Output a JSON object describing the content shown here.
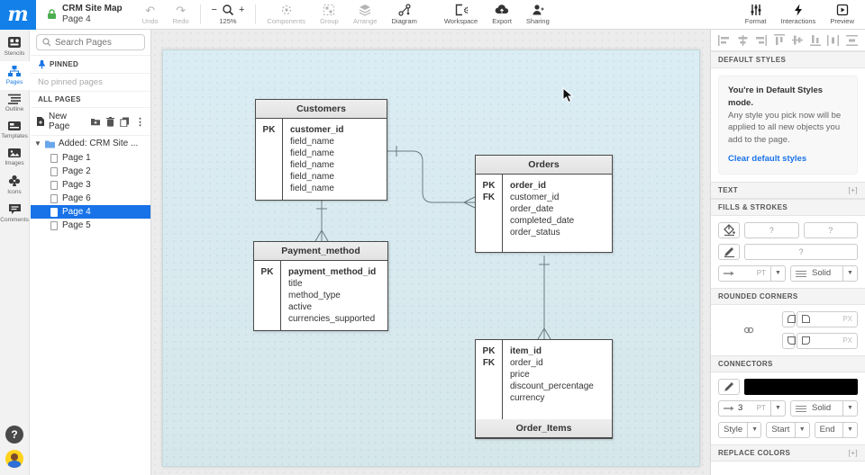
{
  "topbar": {
    "logo_text": "m",
    "doc_title": "CRM Site Map",
    "doc_subtitle": "Page 4",
    "undo_label": "Undo",
    "redo_label": "Redo",
    "zoom_minus": "−",
    "zoom_plus": "+",
    "zoom_level": "125%",
    "tools": [
      {
        "label": "Components"
      },
      {
        "label": "Group"
      },
      {
        "label": "Arrange"
      },
      {
        "label": "Diagram"
      },
      {
        "label": "Workspace"
      },
      {
        "label": "Export"
      },
      {
        "label": "Sharing"
      }
    ],
    "right_tools": [
      {
        "label": "Format"
      },
      {
        "label": "Interactions"
      },
      {
        "label": "Preview"
      }
    ]
  },
  "left_rail": {
    "items": [
      {
        "label": "Stencils"
      },
      {
        "label": "Pages"
      },
      {
        "label": "Outline"
      },
      {
        "label": "Templates"
      },
      {
        "label": "Images"
      },
      {
        "label": "Icons"
      },
      {
        "label": "Comments"
      }
    ],
    "help_glyph": "?"
  },
  "pages_panel": {
    "search_placeholder": "Search Pages",
    "pinned_header": "PINNED",
    "no_pinned_text": "No pinned pages",
    "all_pages_header": "ALL PAGES",
    "new_page_label": "New Page",
    "folder_label": "Added: CRM Site ...",
    "pages": [
      {
        "label": "Page 1"
      },
      {
        "label": "Page 2"
      },
      {
        "label": "Page 3"
      },
      {
        "label": "Page 6"
      },
      {
        "label": "Page 4"
      },
      {
        "label": "Page 5"
      }
    ]
  },
  "diagram": {
    "tables": [
      {
        "title": "Customers",
        "keys": [
          "PK"
        ],
        "fields": [
          "customer_id",
          "field_name",
          "field_name",
          "field_name",
          "field_name",
          "field_name"
        ]
      },
      {
        "title": "Orders",
        "keys": [
          "PK",
          "FK"
        ],
        "fields": [
          "order_id",
          "customer_id",
          "order_date",
          "completed_date",
          "order_status"
        ]
      },
      {
        "title": "Payment_method",
        "keys": [
          "PK"
        ],
        "fields": [
          "payment_method_id",
          "title",
          "method_type",
          "active",
          "currencies_supported"
        ]
      },
      {
        "title": "Order_Items",
        "keys": [
          "PK",
          "FK"
        ],
        "fields": [
          "item_id",
          "order_id",
          "price",
          "discount_percentage",
          "currency"
        ]
      }
    ]
  },
  "right_panel": {
    "default_styles_header": "DEFAULT STYLES",
    "notice_title": "You're in Default Styles mode.",
    "notice_body": "Any style you pick now will be applied to all new objects you add to the page.",
    "clear_link": "Clear default styles",
    "text_header": "TEXT",
    "text_expand": "[+]",
    "fills_header": "FILLS & STROKES",
    "fill_value_1": "?",
    "fill_value_2": "?",
    "stroke_value": "?",
    "stroke_width_placeholder": "PT",
    "stroke_style_value": "Solid",
    "rounded_header": "ROUNDED CORNERS",
    "corner_placeholder": "PX",
    "connectors_header": "CONNECTORS",
    "conn_width_value": "3",
    "conn_width_unit": "PT",
    "conn_style_value": "Solid",
    "conn_line_style_label": "Style",
    "conn_start_label": "Start",
    "conn_end_label": "End",
    "replace_colors_header": "REPLACE COLORS",
    "replace_expand": "[+]"
  }
}
